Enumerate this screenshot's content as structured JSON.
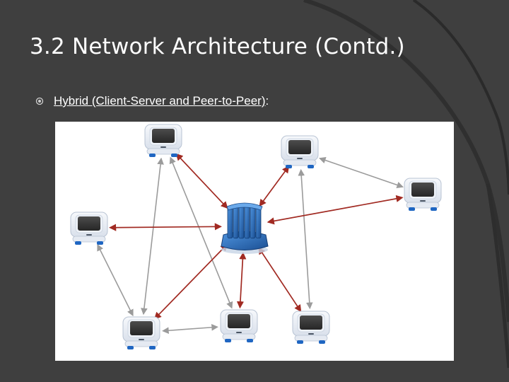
{
  "slide": {
    "title": "3.2 Network Architecture (Contd.)",
    "bullet_text": "Hybrid (Client-Server and Peer-to-Peer)",
    "bullet_suffix": ":"
  },
  "diagram": {
    "server": {
      "id": "server",
      "icon": "server-icon"
    },
    "clients": [
      {
        "id": "pc1",
        "icon": "computer-icon"
      },
      {
        "id": "pc2",
        "icon": "computer-icon"
      },
      {
        "id": "pc3",
        "icon": "computer-icon"
      },
      {
        "id": "pc4",
        "icon": "computer-icon"
      },
      {
        "id": "pc5",
        "icon": "computer-icon"
      },
      {
        "id": "pc6",
        "icon": "computer-icon"
      },
      {
        "id": "pc7",
        "icon": "computer-icon"
      }
    ],
    "client_server_links": [
      {
        "from": "server",
        "to": "pc1"
      },
      {
        "from": "server",
        "to": "pc2"
      },
      {
        "from": "server",
        "to": "pc3"
      },
      {
        "from": "server",
        "to": "pc4"
      },
      {
        "from": "server",
        "to": "pc5"
      },
      {
        "from": "server",
        "to": "pc6"
      },
      {
        "from": "server",
        "to": "pc7"
      }
    ],
    "peer_links": [
      {
        "from": "pc1",
        "to": "pc5"
      },
      {
        "from": "pc1",
        "to": "pc6"
      },
      {
        "from": "pc2",
        "to": "pc3"
      },
      {
        "from": "pc2",
        "to": "pc7"
      },
      {
        "from": "pc4",
        "to": "pc5"
      },
      {
        "from": "pc5",
        "to": "pc6"
      }
    ],
    "colors": {
      "client_server_link": "#a12a22",
      "peer_link": "#9b9b9b",
      "server": "#1f5fa8"
    }
  },
  "theme": {
    "background": "#3f3f3f",
    "text": "#ffffff"
  }
}
